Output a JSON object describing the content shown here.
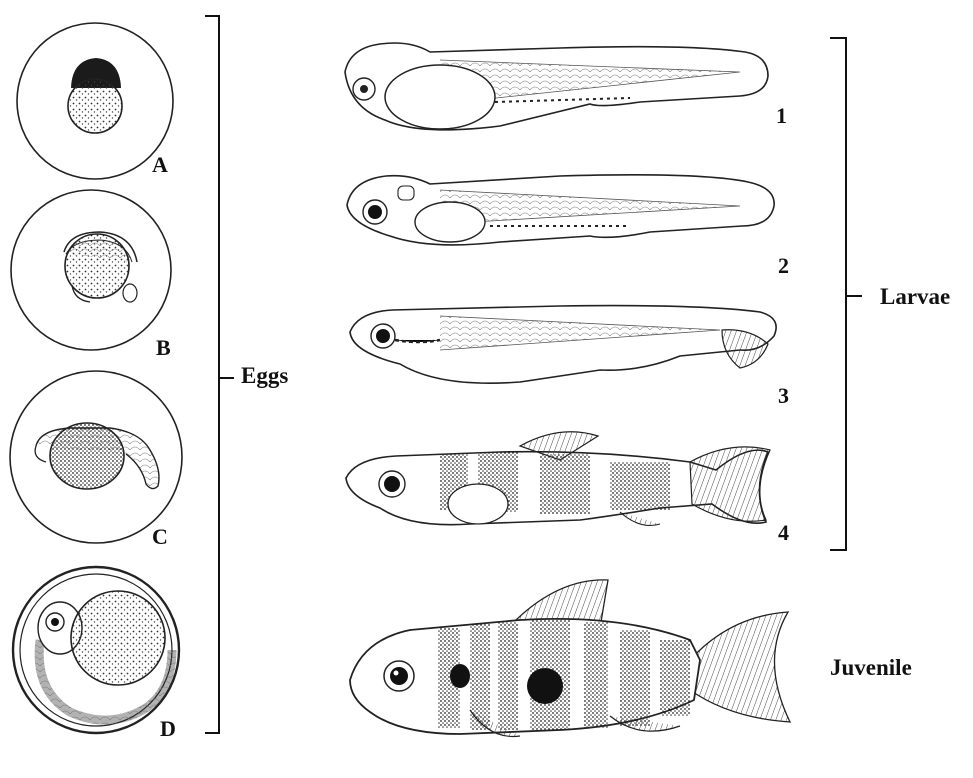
{
  "eggs": {
    "group_label": "Eggs",
    "stages": [
      {
        "label": "A"
      },
      {
        "label": "B"
      },
      {
        "label": "C"
      },
      {
        "label": "D"
      }
    ]
  },
  "larvae": {
    "group_label": "Larvae",
    "stages": [
      {
        "label": "1"
      },
      {
        "label": "2"
      },
      {
        "label": "3"
      },
      {
        "label": "4"
      }
    ]
  },
  "juvenile": {
    "group_label": "Juvenile"
  },
  "colors": {
    "ink": "#111111",
    "paper": "#ffffff"
  }
}
